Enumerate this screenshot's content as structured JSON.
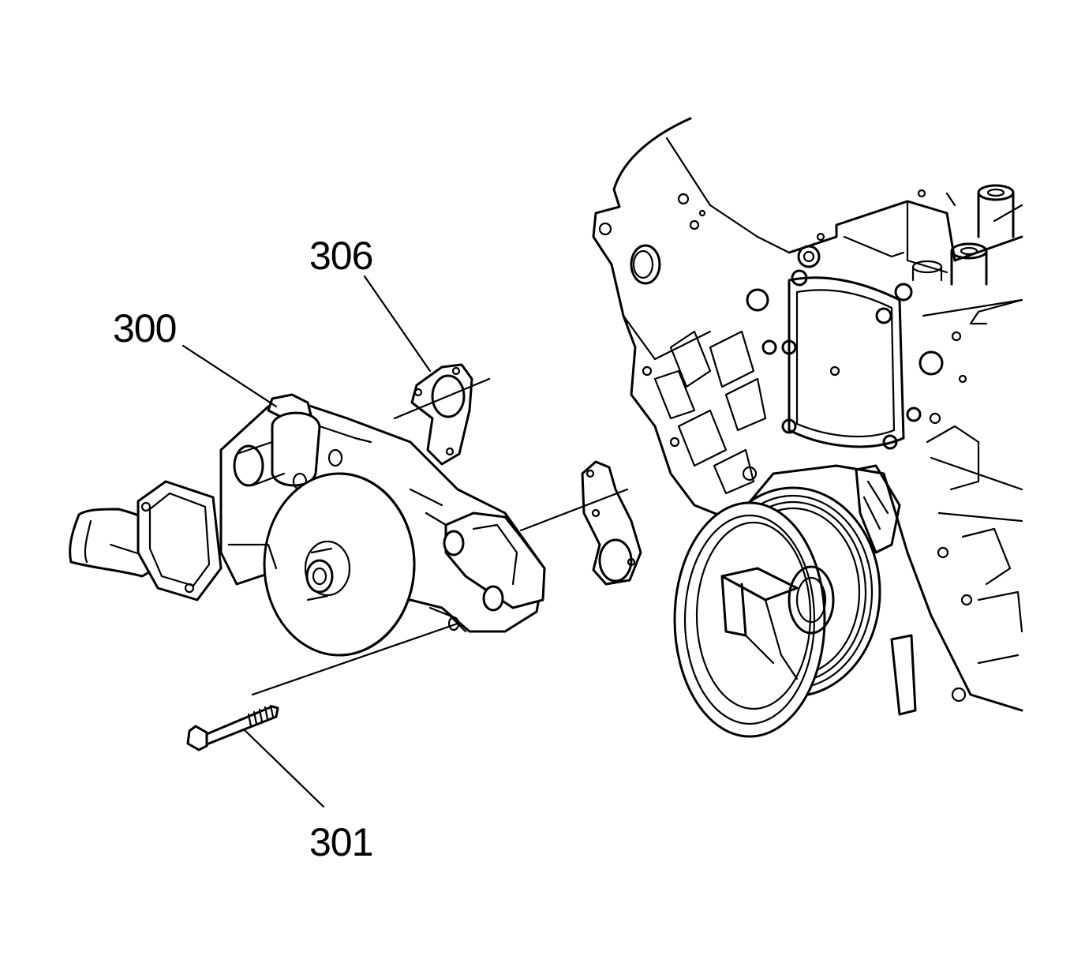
{
  "callouts": {
    "water_pump": "300",
    "gasket": "306",
    "bolt": "301"
  },
  "colors": {
    "ink": "#000000",
    "background": "#ffffff"
  }
}
